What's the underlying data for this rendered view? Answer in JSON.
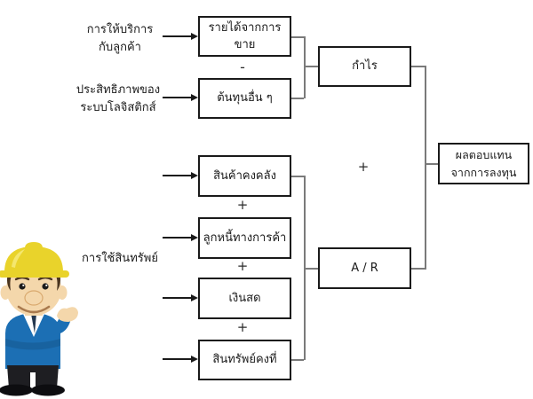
{
  "slide": {
    "background": "#ffffff"
  },
  "colors": {
    "box_border": "#1a1a1a",
    "box_fill": "#ffffff",
    "connector": "#7a7a7a",
    "arrow": "#1a1a1a",
    "text": "#1a1a1a"
  },
  "labels": {
    "customer_service": {
      "line1": "การให้บริการ",
      "line2": "กับลูกค้า"
    },
    "logistics_efficiency": {
      "line1": "ประสิทธิภาพของ",
      "line2": "ระบบโลจิสติกส์"
    },
    "asset_utilization": {
      "line1": "การใช้สินทรัพย์"
    }
  },
  "boxes": {
    "sales_revenue": {
      "label": "รายได้จากการขาย"
    },
    "other_costs": {
      "label": "ต้นทุนอื่น ๆ"
    },
    "inventory": {
      "label": "สินค้าคงคลัง"
    },
    "trade_receivables": {
      "label": "ลูกหนี้ทางการค้า"
    },
    "cash": {
      "label": "เงินสด"
    },
    "fixed_assets": {
      "label": "สินทรัพย์คงที่"
    },
    "profit": {
      "label": "กำไร"
    },
    "accounts_receivable": {
      "label": "A / R"
    },
    "return_on_investment": {
      "line1": "ผลตอบแทน",
      "line2": "จากการลงทุน"
    }
  },
  "operators": {
    "minus": "-",
    "plus_inventory_receivables": "+",
    "plus_receivables_cash": "+",
    "plus_cash_fixed": "+",
    "plus_profit_ar": "+"
  },
  "mascot": {
    "colors": {
      "hat": "#e9d32b",
      "hat_highlight": "#f6ea7a",
      "skin": "#f4d7ab",
      "skin_shadow": "#d9a96e",
      "hair": "#4a3520",
      "sweater": "#1c6fb4",
      "sweater_shadow": "#15578e",
      "shirt": "#ffffff",
      "tie": "#25384f",
      "pants": "#1e1e22",
      "shoes": "#0d0d10",
      "mouth": "#a97a4e",
      "eyes": "#1c1c1c",
      "highlight": "#ffffff"
    }
  }
}
